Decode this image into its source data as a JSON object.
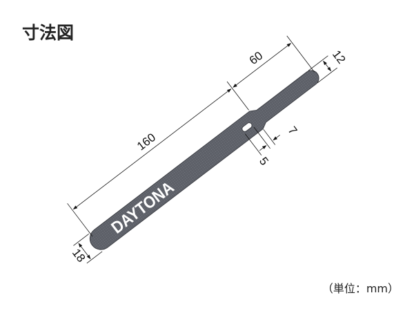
{
  "title": "寸法図",
  "unit_note": "（単位：mm）",
  "brand": "DAYTONA",
  "dimensions": {
    "total_wide": "160",
    "narrow_length": "60",
    "narrow_width": "12",
    "wide_width": "18",
    "slot_width": "7",
    "slot_offset": "5"
  },
  "colors": {
    "strap": "#5d6068",
    "text": "#111111"
  }
}
